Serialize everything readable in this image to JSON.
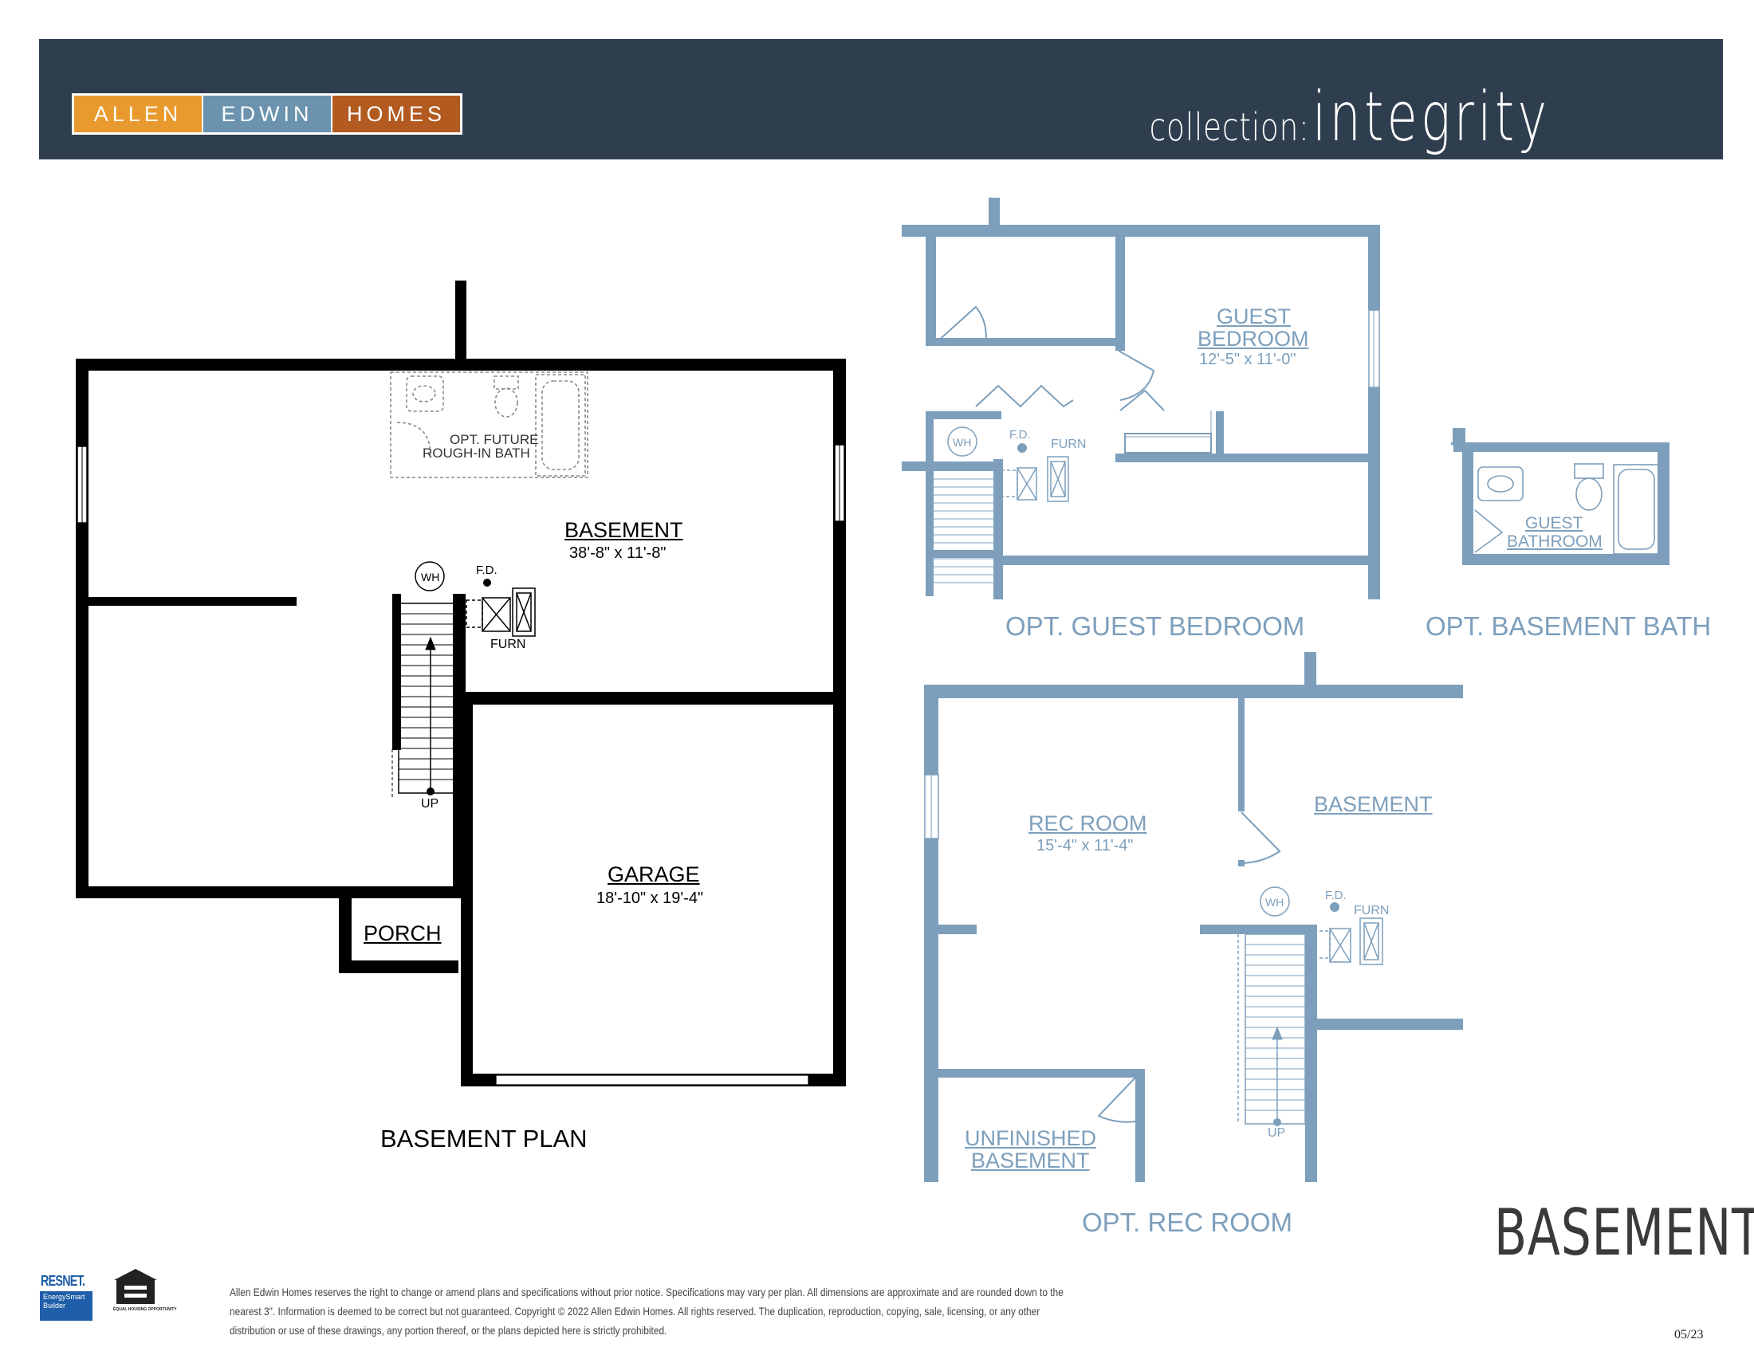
{
  "header": {
    "brand_parts": [
      "ALLEN",
      "EDWIN",
      "HOMES"
    ],
    "collection_label": "collection:",
    "collection_name": "integrity"
  },
  "main_plan": {
    "basement_name": "BASEMENT",
    "basement_dims": "38'-8\" x 11'-8\"",
    "bath_note_line1": "OPT. FUTURE",
    "bath_note_line2": "ROUGH-IN BATH",
    "wh": "WH",
    "fd": "F.D.",
    "furn": "FURN",
    "up": "UP",
    "garage_name": "GARAGE",
    "garage_dims": "18'-10\" x 19'-4\"",
    "porch_name": "PORCH",
    "caption": "BASEMENT PLAN"
  },
  "guest_bedroom_plan": {
    "room_line1": "GUEST",
    "room_line2": "BEDROOM",
    "room_dims": "12'-5\" x 11'-0\"",
    "wh": "WH",
    "fd": "F.D.",
    "furn": "FURN",
    "caption": "OPT. GUEST BEDROOM"
  },
  "basement_bath_plan": {
    "room_line1": "GUEST",
    "room_line2": "BATHROOM",
    "caption": "OPT. BASEMENT BATH"
  },
  "rec_room_plan": {
    "room_name": "REC ROOM",
    "room_dims": "15'-4\" x 11'-4\"",
    "basement_name": "BASEMENT",
    "unfinished_line1": "UNFINISHED",
    "unfinished_line2": "BASEMENT",
    "wh": "WH",
    "fd": "F.D.",
    "furn": "FURN",
    "up": "UP",
    "caption": "OPT. REC ROOM"
  },
  "page_title": "BASEMENT",
  "badges": {
    "resnet_title": "RESNET.",
    "resnet_sub1": "EnergySmart",
    "resnet_sub2": "Builder",
    "eho_text": "EQUAL HOUSING OPPORTUNITY"
  },
  "disclaimer": "Allen Edwin Homes reserves the right to change or amend plans and specifications without prior notice. Specifications may vary per plan. All dimensions are approximate and are rounded down to the nearest 3\". Information is deemed to be correct but not guaranteed. Copyright © 2022 Allen Edwin Homes. All rights reserved. The duplication, reproduction, copying, sale, licensing, or any other distribution or use of these drawings, any portion thereof, or the plans depicted here is strictly prohibited.",
  "date_code": "05/23",
  "colors": {
    "header_bg": "#2f3e4e",
    "logo_orange": "#e89a2e",
    "logo_blue": "#6b93ad",
    "logo_rust": "#b25a1f",
    "option_blue": "#7d9fbc",
    "wall_black": "#000000"
  }
}
